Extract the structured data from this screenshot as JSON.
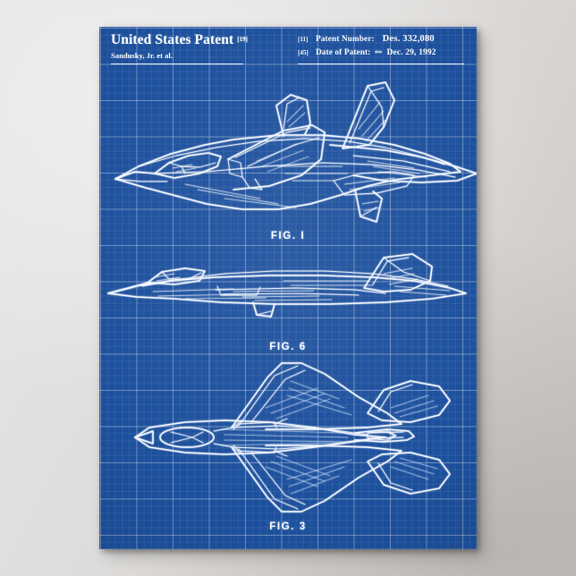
{
  "poster": {
    "kind": "patent-blueprint-poster",
    "background_color": "#1c4f9c",
    "ink_color": "#f2f7ff",
    "wall_color": "#dddbd8"
  },
  "header": {
    "title": "United States Patent",
    "title_code": "[19]",
    "author": "Sandusky, Jr. et al.",
    "rows": [
      {
        "code": "[11]",
        "label": "Patent Number:",
        "value": "Des. 332,080",
        "mark": ""
      },
      {
        "code": "[45]",
        "label": "Date of Patent:",
        "value": "Dec. 29, 1992",
        "mark": "**"
      }
    ]
  },
  "figures": [
    {
      "id": "fig1",
      "caption": "FIG. I",
      "view": "perspective view of stealth fighter aircraft",
      "subject": "aircraft"
    },
    {
      "id": "fig6",
      "caption": "FIG. 6",
      "view": "side elevation view of stealth fighter aircraft",
      "subject": "aircraft"
    },
    {
      "id": "fig3",
      "caption": "FIG. 3",
      "view": "top plan view of stealth fighter aircraft",
      "subject": "aircraft"
    }
  ]
}
